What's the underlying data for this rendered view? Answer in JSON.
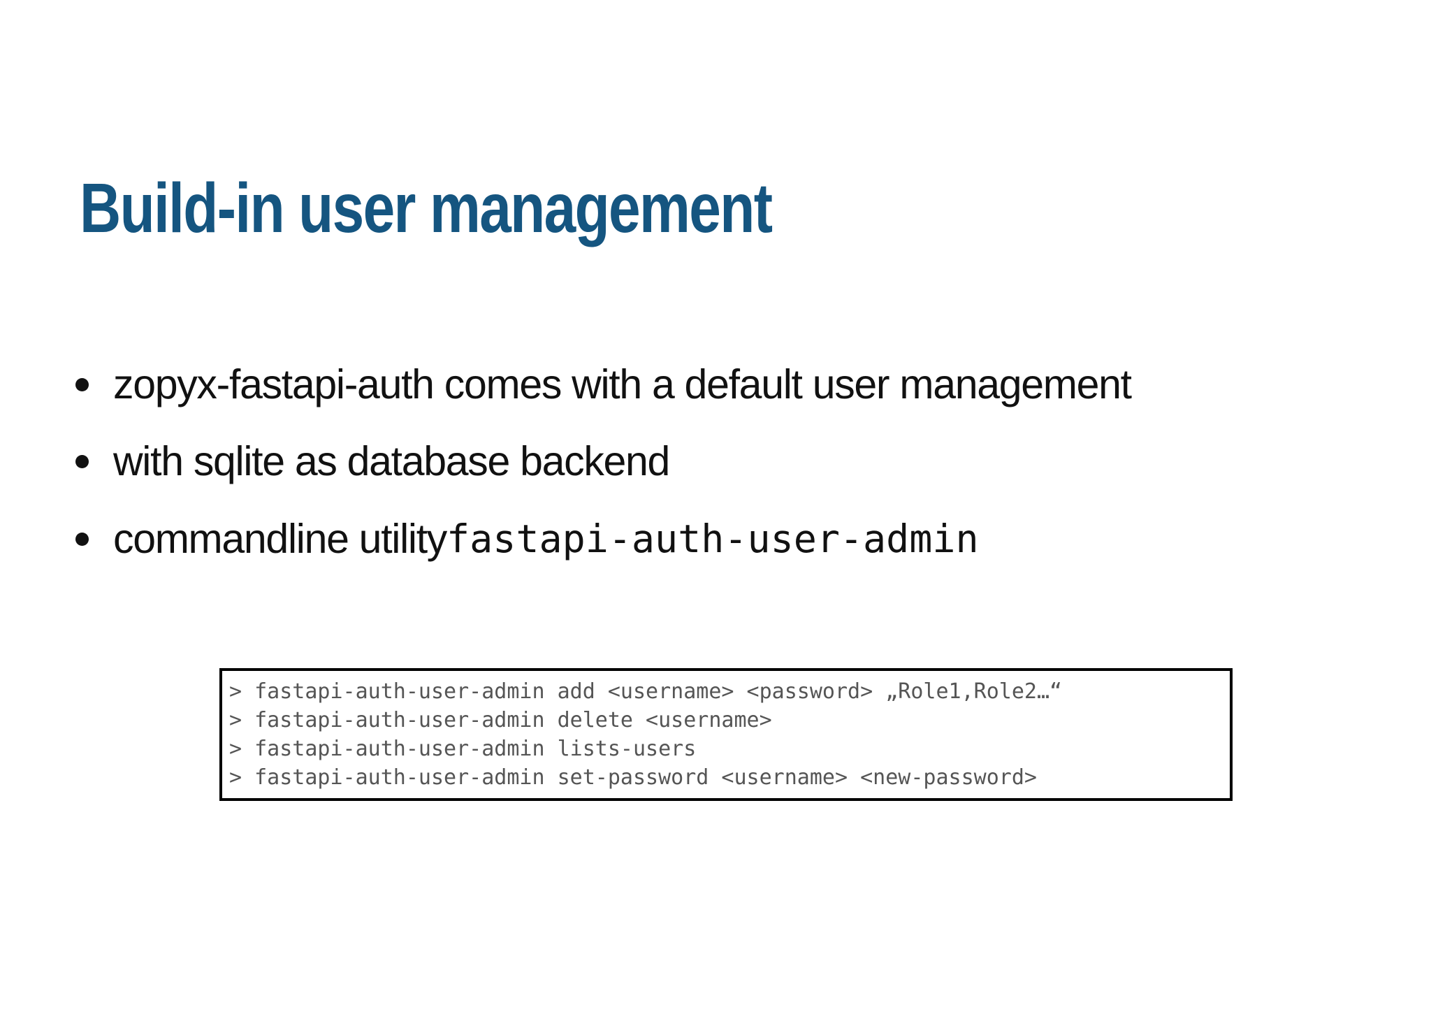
{
  "slide": {
    "title": "Build-in user management",
    "bullets": [
      {
        "text": "zopyx-fastapi-auth comes with a default user management",
        "code": ""
      },
      {
        "text": "with sqlite as database backend",
        "code": ""
      },
      {
        "text": "commandline utility ",
        "code": "fastapi-auth-user-admin"
      }
    ],
    "terminal": {
      "lines": [
        "> fastapi-auth-user-admin add <username> <password> „Role1,Role2…“",
        "> fastapi-auth-user-admin delete <username>",
        "> fastapi-auth-user-admin lists-users",
        "> fastapi-auth-user-admin set-password <username> <new-password>"
      ]
    },
    "colors": {
      "title_blue": "#155580",
      "body_text": "#111111",
      "terminal_text": "#555555",
      "terminal_border": "#000000",
      "background": "#ffffff"
    }
  }
}
